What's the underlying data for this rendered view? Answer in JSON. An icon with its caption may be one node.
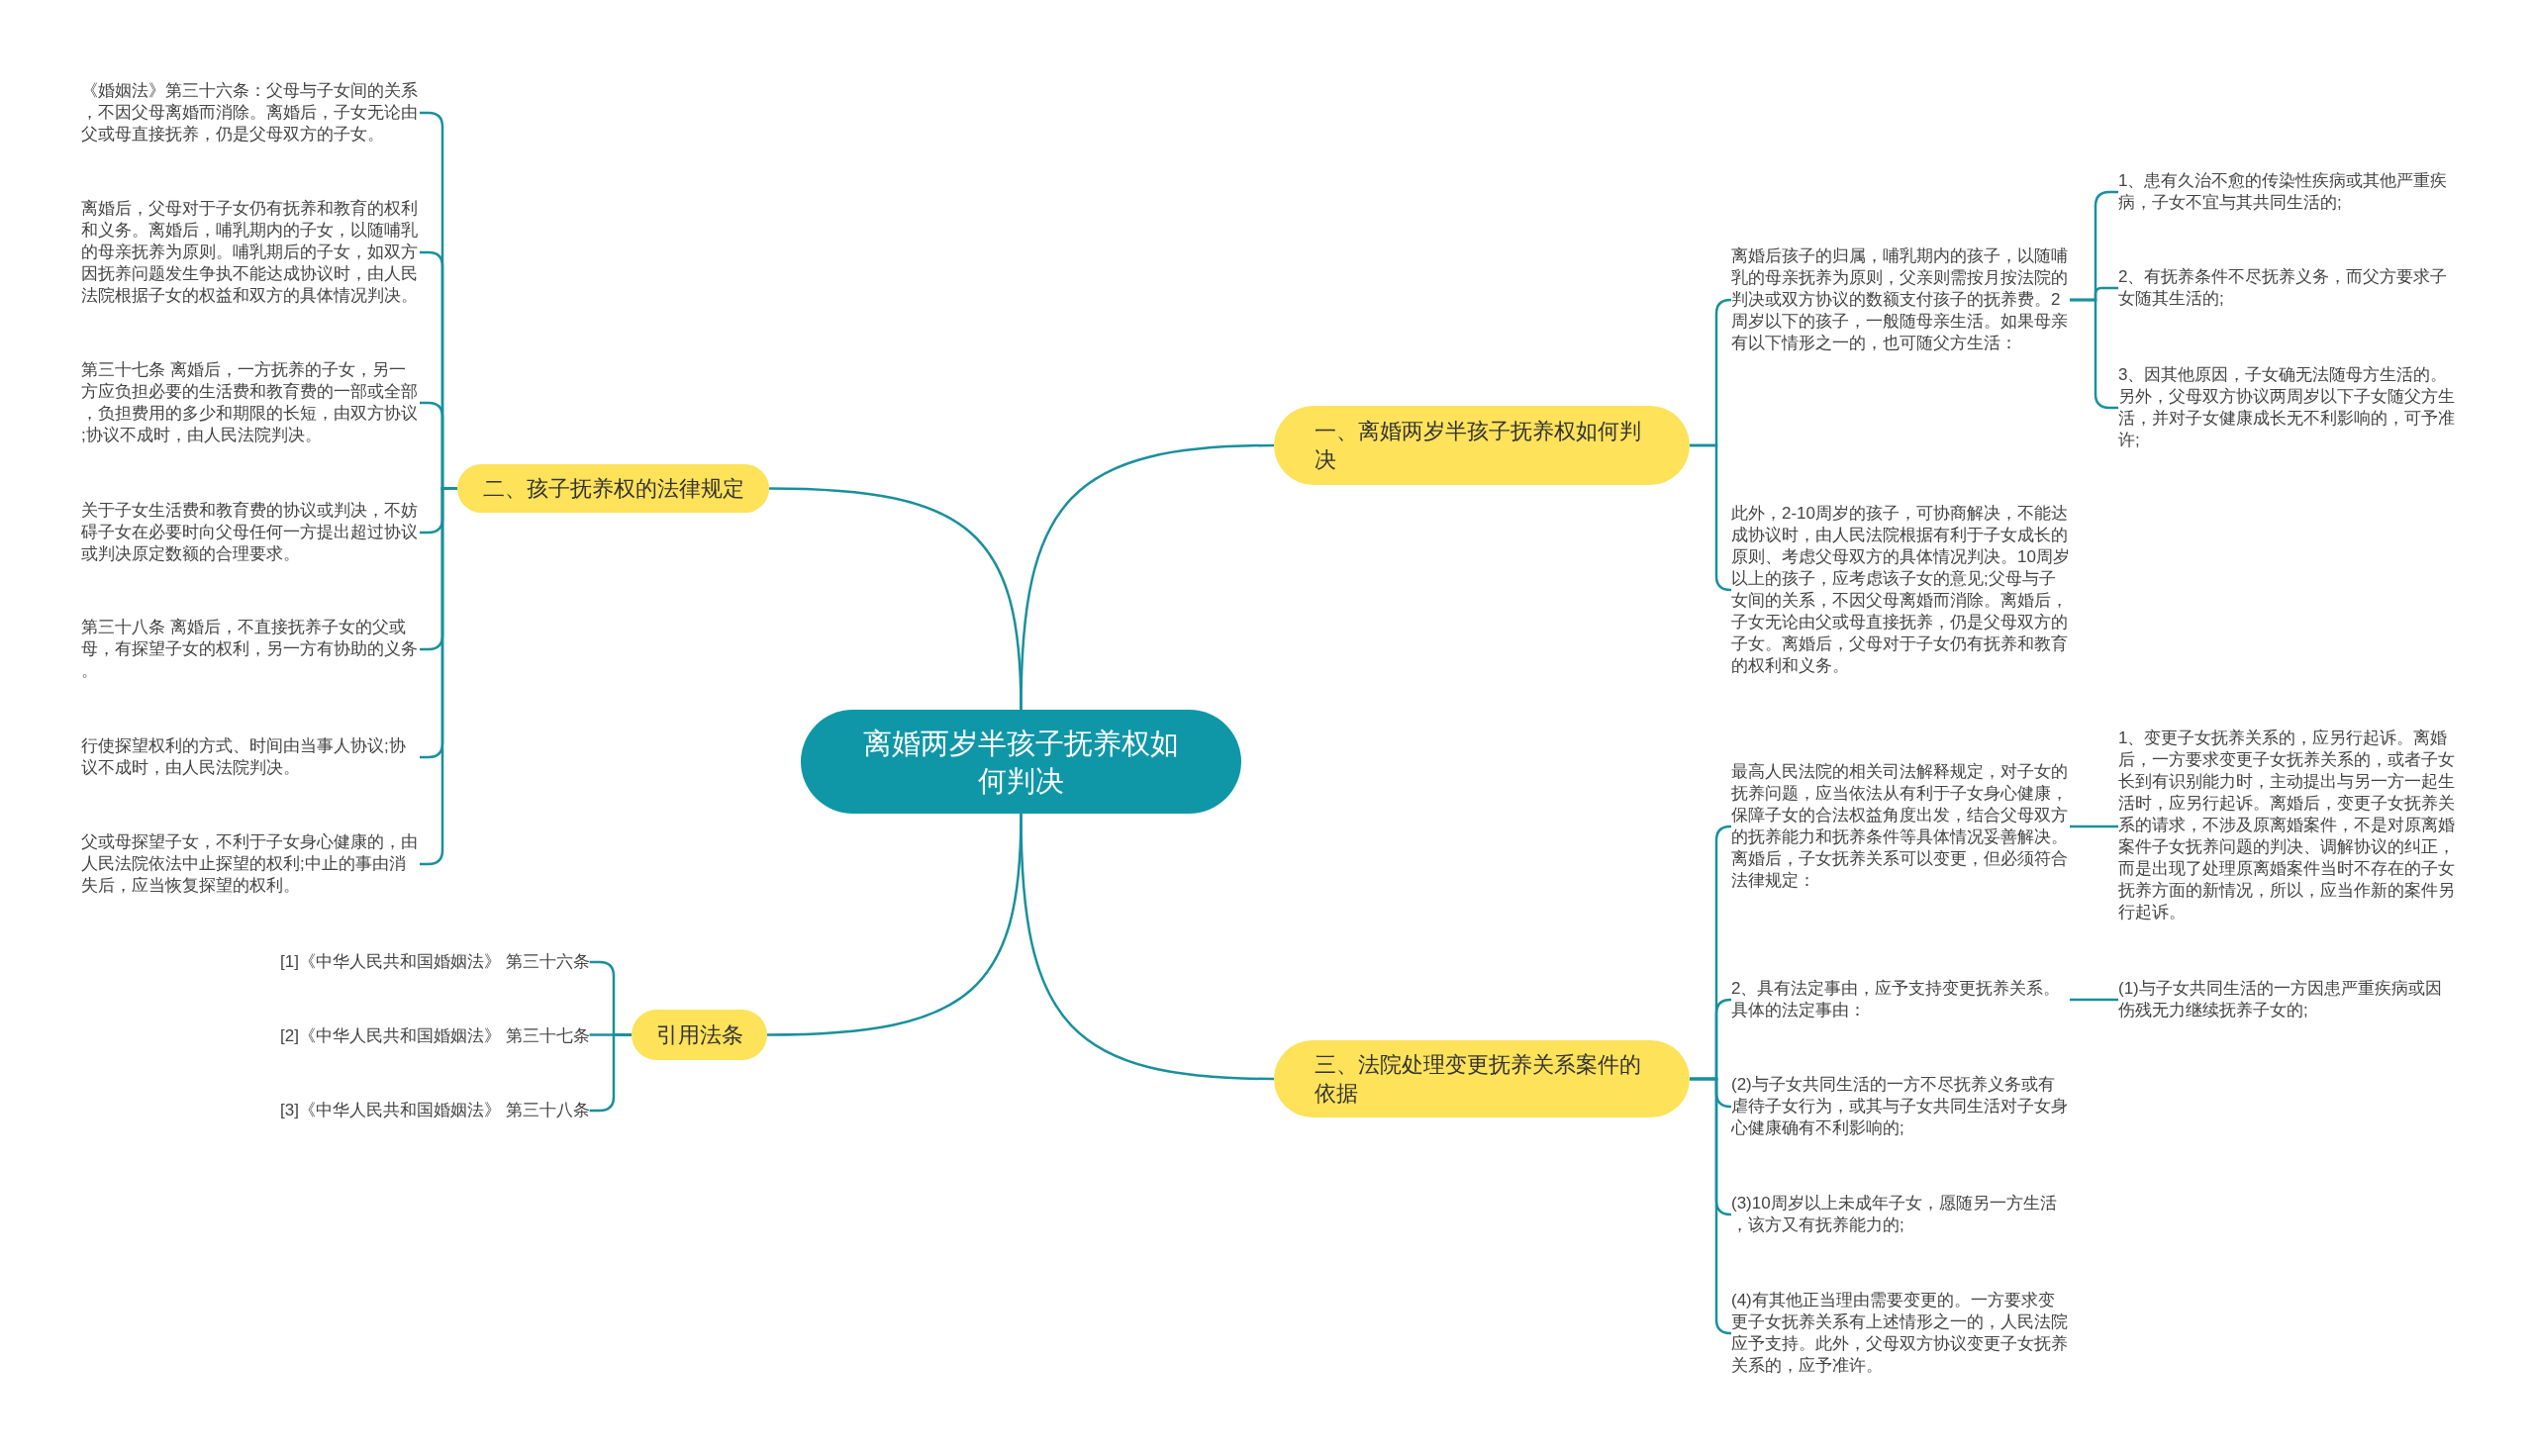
{
  "diagram": {
    "nodes": [
      {
        "text": [
          "离婚两岁半孩子抚养权如何判决"
        ]
      },
      {
        "text": [
          "一、离婚两岁半孩子抚养权如何判决"
        ]
      },
      {
        "text": [
          "离婚后孩子的归属，哺乳期内的孩子，以随哺乳的母亲抚养为原则，父亲则需按月按法院的判决或双方协议的数额支付孩子的抚养费。2周岁以下的孩子，一般随母亲生活。如果母亲有以下情形之一的，也可随父方生活："
        ]
      },
      {
        "text": [
          "1、患有久治不愈的传染性疾病或其他严重疾病，子女不宜与其共同生活的;"
        ]
      },
      {
        "text": [
          "2、有抚养条件不尽抚养义务，而父方要求子女随其生活的;"
        ]
      },
      {
        "text": [
          "3、因其他原因，子女确无法随母方生活的。另外，父母双方协议两周岁以下子女随父方生活，并对子女健康成长无不利影响的，可予准许;"
        ]
      },
      {
        "text": [
          "此外，2-10周岁的孩子，可协商解决，不能达成协议时，由人民法院根据有利于子女成长的原则、考虑父母双方的具体情况判决。10周岁以上的孩子，应考虑该子女的意见;父母与子女间的关系，不因父母离婚而消除。离婚后，子女无论由父或母直接抚养，仍是父母双方的子女。离婚后，父母对于子女仍有抚养和教育的权利和义务。"
        ]
      },
      {
        "text": [
          "二、孩子抚养权的法律规定"
        ]
      },
      {
        "text": [
          "《婚姻法》第三十六条：父母与子女间的关系，不因父母离婚而消除。离婚后，子女无论由父或母直接抚养，仍是父母双方的子女。"
        ]
      },
      {
        "text": [
          "离婚后，父母对于子女仍有抚养和教育的权利和义务。离婚后，哺乳期内的子女，以随哺乳的母亲抚养为原则。哺乳期后的子女，如双方因抚养问题发生争执不能达成协议时，由人民法院根据子女的权益和双方的具体情况判决。"
        ]
      },
      {
        "text": [
          "第三十七条 离婚后，一方抚养的子女，另一方应负担必要的生活费和教育费的一部或全部，负担费用的多少和期限的长短，由双方协议;协议不成时，由人民法院判决。"
        ]
      },
      {
        "text": [
          "关于子女生活费和教育费的协议或判决，不妨碍子女在必要时向父母任何一方提出超过协议或判决原定数额的合理要求。"
        ]
      },
      {
        "text": [
          "第三十八条 离婚后，不直接抚养子女的父或母，有探望子女的权利，另一方有协助的义务。"
        ]
      },
      {
        "text": [
          "行使探望权利的方式、时间由当事人协议;协议不成时，由人民法院判决。"
        ]
      },
      {
        "text": [
          "父或母探望子女，不利于子女身心健康的，由人民法院依法中止探望的权利;中止的事由消失后，应当恢复探望的权利。"
        ]
      },
      {
        "text": [
          "三、法院处理变更抚养关系案件的依据"
        ]
      },
      {
        "text": [
          "最高人民法院的相关司法解释规定，对子女的抚养问题，应当依法从有利于子女身心健康，保障子女的合法权益角度出发，结合父母双方的抚养能力和抚养条件等具体情况妥善解决。离婚后，子女抚养关系可以变更，但必须符合法律规定："
        ]
      },
      {
        "text": [
          "1、变更子女抚养关系的，应另行起诉。离婚后，一方要求变更子女抚养关系的，或者子女长到有识别能力时，主动提出与另一方一起生活时，应另行起诉。离婚后，变更子女抚养关系的请求，不涉及原离婚案件，不是对原离婚案件子女抚养问题的判决、调解协议的纠正，而是出现了处理原离婚案件当时不存在的子女抚养方面的新情况，所以，应当作新的案件另行起诉。"
        ]
      },
      {
        "text": [
          "2、具有法定事由，应予支持变更抚养关系。具体的法定事由："
        ]
      },
      {
        "text": [
          "(1)与子女共同生活的一方因患严重疾病或因伤残无力继续抚养子女的;"
        ]
      },
      {
        "text": [
          "(2)与子女共同生活的一方不尽抚养义务或有虐待子女行为，或其与子女共同生活对子女身心健康确有不利影响的;"
        ]
      },
      {
        "text": [
          "(3)10周岁以上未成年子女，愿随另一方生活，该方又有抚养能力的;"
        ]
      },
      {
        "text": [
          "(4)有其他正当理由需要变更的。一方要求变更子女抚养关系有上述情形之一的，人民法院应予支持。此外，父母双方协议变更子女抚养关系的，应予准许。"
        ]
      },
      {
        "text": [
          "引用法条"
        ]
      },
      {
        "text": [
          "[1]《中华人民共和国婚姻法》 第三十六条"
        ]
      },
      {
        "text": [
          "[2]《中华人民共和国婚姻法》 第三十七条"
        ]
      },
      {
        "text": [
          "[3]《中华人民共和国婚姻法》 第三十八条"
        ]
      }
    ],
    "edges": [
      {
        "from": 0,
        "to": 1,
        "arrow": "none"
      },
      {
        "from": 1,
        "to": 2,
        "arrow": "none"
      },
      {
        "from": 2,
        "to": 3,
        "arrow": "none"
      },
      {
        "from": 2,
        "to": 4,
        "arrow": "none"
      },
      {
        "from": 2,
        "to": 5,
        "arrow": "none"
      },
      {
        "from": 1,
        "to": 6,
        "arrow": "none"
      },
      {
        "from": 0,
        "to": 7,
        "arrow": "none"
      },
      {
        "from": 7,
        "to": 8,
        "arrow": "none"
      },
      {
        "from": 7,
        "to": 9,
        "arrow": "none"
      },
      {
        "from": 7,
        "to": 10,
        "arrow": "none"
      },
      {
        "from": 7,
        "to": 11,
        "arrow": "none"
      },
      {
        "from": 7,
        "to": 12,
        "arrow": "none"
      },
      {
        "from": 7,
        "to": 13,
        "arrow": "none"
      },
      {
        "from": 7,
        "to": 14,
        "arrow": "none"
      },
      {
        "from": 0,
        "to": 15,
        "arrow": "none"
      },
      {
        "from": 15,
        "to": 16,
        "arrow": "none"
      },
      {
        "from": 16,
        "to": 17,
        "arrow": "none"
      },
      {
        "from": 15,
        "to": 18,
        "arrow": "none"
      },
      {
        "from": 18,
        "to": 19,
        "arrow": "none"
      },
      {
        "from": 15,
        "to": 20,
        "arrow": "none"
      },
      {
        "from": 15,
        "to": 21,
        "arrow": "none"
      },
      {
        "from": 15,
        "to": 22,
        "arrow": "none"
      },
      {
        "from": 0,
        "to": 23,
        "arrow": "none"
      },
      {
        "from": 23,
        "to": 24,
        "arrow": "none"
      },
      {
        "from": 23,
        "to": 25,
        "arrow": "none"
      },
      {
        "from": 23,
        "to": 26,
        "arrow": "none"
      }
    ]
  }
}
